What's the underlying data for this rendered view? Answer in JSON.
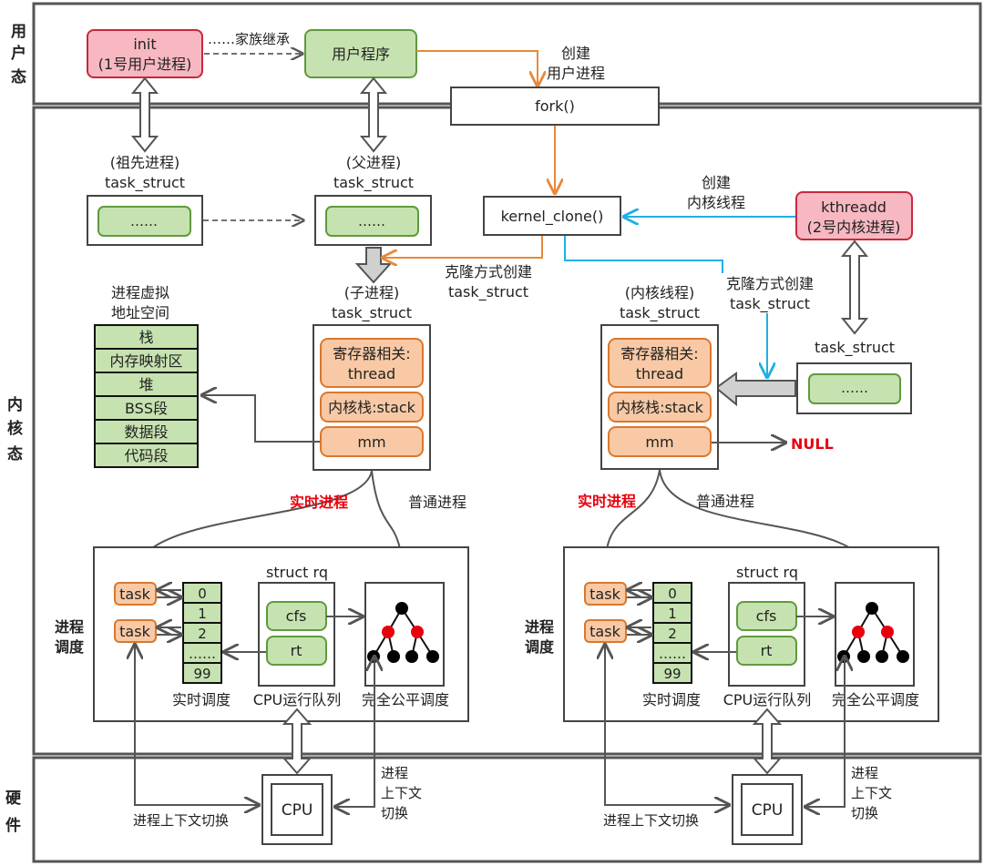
{
  "layers": {
    "user": "用户态",
    "kernel": "内核态",
    "hardware": "硬件"
  },
  "user_space": {
    "init_line1": "init",
    "init_line2": "(1号用户进程)",
    "inherit_label": "……家族继承",
    "user_program": "用户程序",
    "create_user_proc_1": "创建",
    "create_user_proc_2": "用户进程",
    "fork": "fork()"
  },
  "kernel_space": {
    "ancestor_label_1": "(祖先进程)",
    "ancestor_label_2": "task_struct",
    "ancestor_inner": "……",
    "parent_label_1": "(父进程)",
    "parent_label_2": "task_struct",
    "parent_inner": "……",
    "kernel_clone": "kernel_clone()",
    "create_kthread_1": "创建",
    "create_kthread_2": "内核线程",
    "kthreadd_line1": "kthreadd",
    "kthreadd_line2": "(2号内核进程)",
    "clone_left_1": "克隆方式创建",
    "clone_left_2": "task_struct",
    "clone_right_1": "克隆方式创建",
    "clone_right_2": "task_struct",
    "kthreadd_task_label": "task_struct",
    "kthreadd_task_inner": "……",
    "vas_title_1": "进程虚拟",
    "vas_title_2": "地址空间",
    "vas_segments": [
      "栈",
      "内存映射区",
      "堆",
      "BSS段",
      "数据段",
      "代码段"
    ],
    "child": {
      "label_1": "(子进程)",
      "label_2": "task_struct",
      "reg_1": "寄存器相关:",
      "reg_2": "thread",
      "stack": "内核栈:stack",
      "mm": "mm"
    },
    "kthread": {
      "label_1": "(内核线程)",
      "label_2": "task_struct",
      "reg_1": "寄存器相关:",
      "reg_2": "thread",
      "stack": "内核栈:stack",
      "mm": "mm",
      "null": "NULL"
    },
    "realtime_proc": "实时进程",
    "normal_proc": "普通进程",
    "sched_title_1": "进程",
    "sched_title_2": "调度",
    "scheduler": {
      "task_label": "task",
      "rt_slots": [
        "0",
        "1",
        "2",
        "……",
        "99"
      ],
      "rq_title": "struct rq",
      "cfs": "cfs",
      "rt": "rt",
      "rt_sched_caption": "实时调度",
      "rq_caption": "CPU运行队列",
      "cfs_caption": "完全公平调度"
    }
  },
  "hardware": {
    "cpu": "CPU",
    "ctx_switch_left": "进程上下文切换",
    "ctx_switch_right_1": "进程",
    "ctx_switch_right_2": "上下文",
    "ctx_switch_right_3": "切换"
  },
  "colors": {
    "user_proc_pink": "#f7b8c2",
    "green": "#c6e2b0",
    "orange": "#f8c9a4",
    "fork_path": "#e8893a",
    "kthread_path": "#1fb0e6",
    "highlight_red": "#e8000b"
  }
}
